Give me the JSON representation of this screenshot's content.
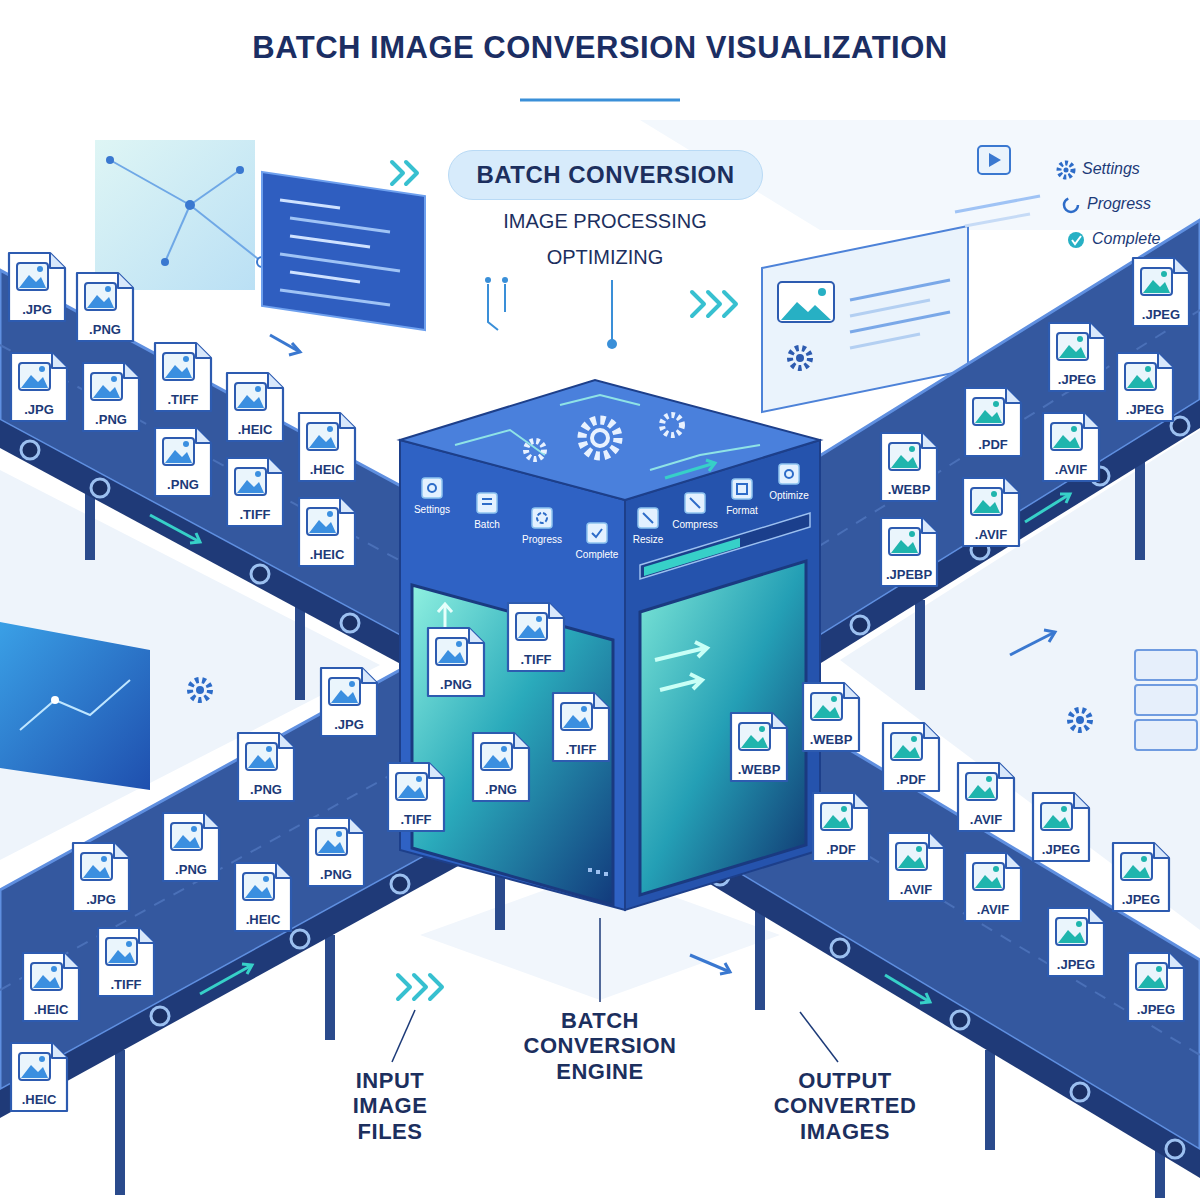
{
  "diagram": {
    "title": "BATCH IMAGE CONVERSION VISUALIZATION",
    "nodes": [
      {
        "text": [
          "BATCH CONVERSION"
        ]
      },
      {
        "text": [
          ".JPG"
        ]
      },
      {
        "text": [
          ".PNG"
        ]
      },
      {
        "text": [
          ".JPG"
        ]
      },
      {
        "text": [
          ".PNG"
        ]
      },
      {
        "text": [
          ".TIFF"
        ]
      },
      {
        "text": [
          ".PNG"
        ]
      },
      {
        "text": [
          ".HEIC"
        ]
      },
      {
        "text": [
          ".TIFF"
        ]
      },
      {
        "text": [
          ".HEIC"
        ]
      },
      {
        "text": [
          ".HEIC"
        ]
      },
      {
        "text": [
          ".JPEG"
        ]
      },
      {
        "text": [
          ".JPEG"
        ]
      },
      {
        "text": [
          ".JPEG"
        ]
      },
      {
        "text": [
          ".PDF"
        ]
      },
      {
        "text": [
          ".AVIF"
        ]
      },
      {
        "text": [
          ".WEBP"
        ]
      },
      {
        "text": [
          ".AVIF"
        ]
      },
      {
        "text": [
          ".JPEBP"
        ]
      },
      {
        "text": [
          ".TIFF"
        ]
      },
      {
        "text": [
          ".PNG"
        ]
      },
      {
        "text": [
          ".JPG"
        ]
      },
      {
        "text": [
          ".TIFF"
        ]
      },
      {
        "text": [
          ".PNG"
        ]
      },
      {
        "text": [
          ".PNG"
        ]
      },
      {
        "text": [
          ".TIFF"
        ]
      },
      {
        "text": [
          ".PNG"
        ]
      },
      {
        "text": [
          ".PNG"
        ]
      },
      {
        "text": [
          ".JPG"
        ]
      },
      {
        "text": [
          ".HEIC"
        ]
      },
      {
        "text": [
          ".TIFF"
        ]
      },
      {
        "text": [
          ".HEIC"
        ]
      },
      {
        "text": [
          ".HEIC"
        ]
      },
      {
        "text": [
          ".WEBP"
        ]
      },
      {
        "text": [
          ".WEBP"
        ]
      },
      {
        "text": [
          ".PDF"
        ]
      },
      {
        "text": [
          ".AVIF"
        ]
      },
      {
        "text": [
          ".PDF"
        ]
      },
      {
        "text": [
          ".JPEG"
        ]
      },
      {
        "text": [
          ".AVIF"
        ]
      },
      {
        "text": [
          ".JPEG"
        ]
      },
      {
        "text": [
          ".AVIF"
        ]
      },
      {
        "text": [
          ".JPEG"
        ]
      },
      {
        "text": [
          ".JPEG"
        ]
      }
    ],
    "labels": [
      "IMAGE PROCESSING",
      "OPTIMIZING",
      "Settings",
      "Progress",
      "Complete",
      "Settings",
      "Batch",
      "Progress",
      "Complete",
      "Resize",
      "Compress",
      "Format",
      "Optimize",
      "INPUT IMAGE FILES",
      "BATCH CONVERSION ENGINE",
      "OUTPUT CONVERTED IMAGES"
    ]
  }
}
